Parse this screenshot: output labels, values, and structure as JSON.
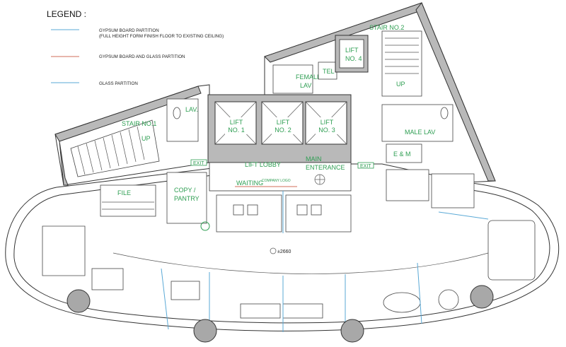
{
  "legend": {
    "title": "LEGEND :",
    "gypsum_partition": "GYPSUM BOARD PARTITION",
    "gypsum_partition_note": "(FULL HEIGHT FORM FINISH FLOOR TO EXISTING CEILING)",
    "gypsum_glass_partition": "GYPSUM BOARD AND GLASS PARTITION",
    "glass_partition": "GLASS PARTITION",
    "colors": {
      "gypsum": "#5aa9d6",
      "gypsum_glass": "#d98a7a",
      "glass": "#5aa9d6"
    }
  },
  "rooms": {
    "stair1": "STAIR NO.1",
    "stair1_up": "UP",
    "stair2": "STAIR NO.2",
    "stair2_up": "UP",
    "lav": "LAV.",
    "lift1": [
      "LIFT",
      "NO. 1"
    ],
    "lift2": [
      "LIFT",
      "NO. 2"
    ],
    "lift3": [
      "LIFT",
      "NO. 3"
    ],
    "lift4": [
      "LIFT",
      "NO. 4"
    ],
    "female_lav": [
      "FEMALE",
      "LAV"
    ],
    "tel": "TEL",
    "male_lav": "MALE LAV",
    "em": "E & M",
    "lift_lobby": "LIFT LOBBY",
    "main_entrance": [
      "MAIN",
      "ENTERANCE"
    ],
    "exit_left": "EXIT",
    "exit_right": "EXIT",
    "file": "FILE",
    "copy_pantry": [
      "COPY /",
      "PANTRY"
    ],
    "waiting": "WAITING",
    "company_logo": "COMPANY LOGO",
    "level_mark": "±2660"
  },
  "colors": {
    "label": "#2e9e52",
    "wall_fill": "#b9b9b9",
    "line": "#333333"
  }
}
